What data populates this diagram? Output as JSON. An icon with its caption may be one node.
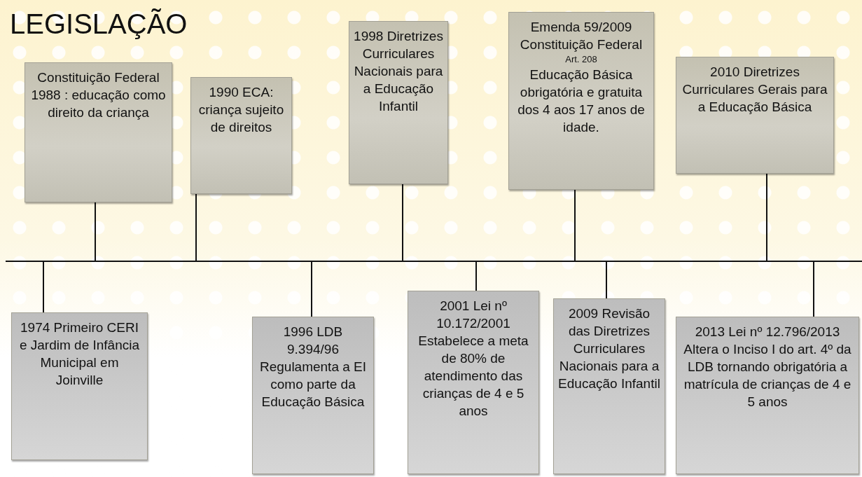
{
  "diagram": {
    "title": "LEGISLAÇÃO",
    "nodes": [
      {
        "text": [
          "1974 Primeiro CERI e Jardim de Infância Municipal em Joinville"
        ]
      },
      {
        "text": [
          "Constituição Federal 1988 : educação como direito da criança"
        ]
      },
      {
        "text": [
          "1990 ECA: criança sujeito de direitos"
        ]
      },
      {
        "text": [
          "1996 LDB 9.394/96 Regulamenta a EI como parte da Educação Básica"
        ]
      },
      {
        "text": [
          "1998 Diretrizes Curriculares Nacionais para a Educação Infantil"
        ]
      },
      {
        "text": [
          "2001 Lei nº 10.172/2001 Estabelece a meta de 80% de atendimento das crianças de 4 e 5 anos"
        ]
      },
      {
        "text": [
          "Emenda 59/2009 Constituição Federal",
          "Art. 208",
          "Educação Básica obrigatória e gratuita dos 4 aos 17 anos de idade."
        ]
      },
      {
        "text": [
          "2009 Revisão das Diretrizes Curriculares Nacionais para a Educação Infantil"
        ]
      },
      {
        "text": [
          "2010 Diretrizes Curriculares Gerais para a Educação Básica"
        ]
      },
      {
        "text": [
          "2013 Lei nº 12.796/2013 Altera o Inciso I do art. 4º da LDB tornando obrigatória a matrícula de crianças de 4 e 5 anos"
        ]
      },
      {
        "text": [],
        "shape": "bar"
      }
    ],
    "edges": [
      {
        "from": 0,
        "to": 10,
        "arrow": "none"
      },
      {
        "from": 1,
        "to": 10,
        "arrow": "none"
      },
      {
        "from": 2,
        "to": 10,
        "arrow": "none"
      },
      {
        "from": 3,
        "to": 10,
        "arrow": "none"
      },
      {
        "from": 4,
        "to": 10,
        "arrow": "none"
      },
      {
        "from": 5,
        "to": 10,
        "arrow": "none"
      },
      {
        "from": 6,
        "to": 10,
        "arrow": "none"
      },
      {
        "from": 7,
        "to": 10,
        "arrow": "none"
      },
      {
        "from": 8,
        "to": 10,
        "arrow": "none"
      },
      {
        "from": 9,
        "to": 10,
        "arrow": "none"
      }
    ]
  }
}
